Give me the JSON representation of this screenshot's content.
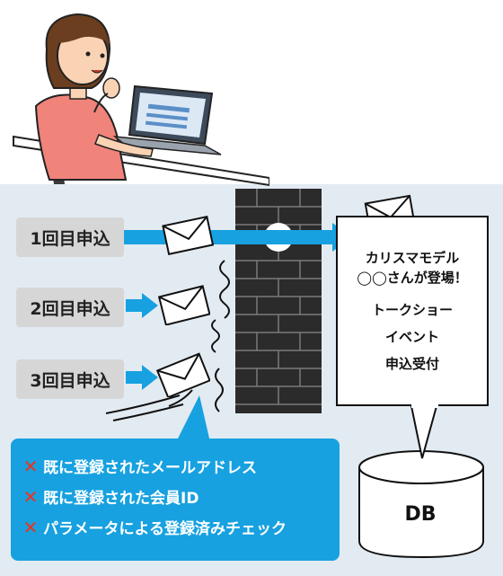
{
  "attempts": [
    {
      "label": "1回目申込"
    },
    {
      "label": "2回目申込"
    },
    {
      "label": "3回目申込"
    }
  ],
  "notice": {
    "lines": [
      "カリスマモデル",
      "◯◯さんが登場！",
      "トークショー",
      "イベント",
      "申込受付"
    ]
  },
  "warning": {
    "items": [
      {
        "icon": "cross-icon",
        "text": "既に登録されたメールアドレス"
      },
      {
        "icon": "cross-icon",
        "text": "既に登録された会員ID"
      },
      {
        "icon": "cross-icon",
        "text": "パラメータによる登録済みチェック"
      }
    ]
  },
  "db": {
    "label": "DB"
  },
  "colors": {
    "arrow": "#17a1e0",
    "background": "#e3ebf2",
    "wall": "#2b2b2b",
    "cross": "#e8351f",
    "label_bg": "#d6d6d6"
  }
}
